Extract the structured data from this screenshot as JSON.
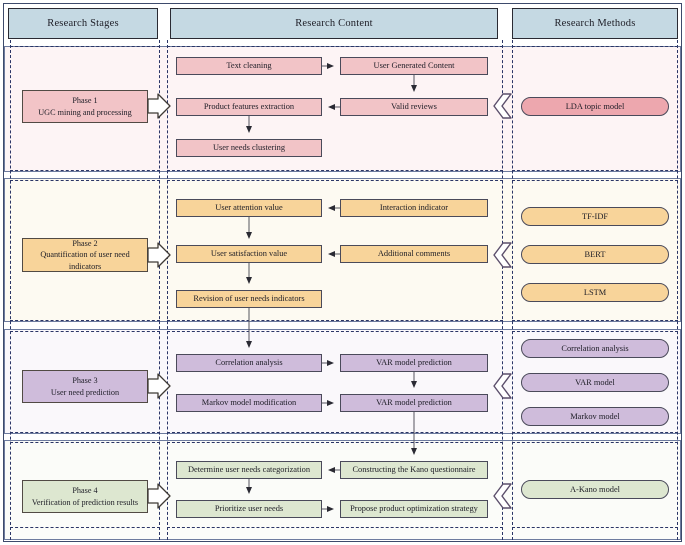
{
  "headers": {
    "stages": "Research Stages",
    "content": "Research Content",
    "methods": "Research Methods"
  },
  "palette": {
    "header_fill": "#c5d9e3",
    "header_stroke": "#2a2a33",
    "band_stroke": "#6d7b9e",
    "dash_stroke": "#2a3566",
    "phase1_fill": "#f2c4c7",
    "phase1_band": "#fdf4f5",
    "phase1_pill": "#eda7ae",
    "phase2_fill": "#f8d49a",
    "phase2_band": "#fdfaf2",
    "phase3_fill": "#cfbcdb",
    "phase3_band": "#faf8fb",
    "phase4_fill": "#dde7d0",
    "phase4_band": "#fbfcf9",
    "node_stroke": "#4a4a5a",
    "stage_stroke": "#514a44",
    "arrow": "#2a2a33"
  },
  "phases": [
    {
      "id": "phase-1",
      "stage": {
        "title": "Phase 1",
        "subtitle": "UGC mining and processing"
      },
      "content_nodes": [
        {
          "id": "text-cleaning",
          "label": "Text cleaning"
        },
        {
          "id": "user-generated-content",
          "label": "User Generated Content"
        },
        {
          "id": "product-features-extraction",
          "label": "Product features extraction"
        },
        {
          "id": "valid-reviews",
          "label": "Valid reviews"
        },
        {
          "id": "user-needs-clustering",
          "label": "User needs clustering"
        }
      ],
      "methods": [
        {
          "id": "lda-topic-model",
          "label": "LDA topic model"
        }
      ]
    },
    {
      "id": "phase-2",
      "stage": {
        "title": "Phase 2",
        "subtitle": "Quantification of user need indicators"
      },
      "content_nodes": [
        {
          "id": "user-attention-value",
          "label": "User attention value"
        },
        {
          "id": "interaction-indicator",
          "label": "Interaction indicator"
        },
        {
          "id": "user-satisfaction-value",
          "label": "User satisfaction value"
        },
        {
          "id": "additional-comments",
          "label": "Additional comments"
        },
        {
          "id": "revision-of-user-needs-indicators",
          "label": "Revision of user needs indicators"
        }
      ],
      "methods": [
        {
          "id": "tf-idf",
          "label": "TF-IDF"
        },
        {
          "id": "bert",
          "label": "BERT"
        },
        {
          "id": "lstm",
          "label": "LSTM"
        }
      ]
    },
    {
      "id": "phase-3",
      "stage": {
        "title": "Phase 3",
        "subtitle": "User need prediction"
      },
      "content_nodes": [
        {
          "id": "correlation-analysis",
          "label": "Correlation analysis"
        },
        {
          "id": "var-model-prediction-1",
          "label": "VAR model prediction"
        },
        {
          "id": "markov-model-modification",
          "label": "Markov model modification"
        },
        {
          "id": "var-model-prediction-2",
          "label": "VAR model prediction"
        }
      ],
      "methods": [
        {
          "id": "correlation-analysis-method",
          "label": "Correlation analysis"
        },
        {
          "id": "var-model",
          "label": "VAR model"
        },
        {
          "id": "markov-model",
          "label": "Markov model"
        }
      ]
    },
    {
      "id": "phase-4",
      "stage": {
        "title": "Phase 4",
        "subtitle": "Verification of prediction results"
      },
      "content_nodes": [
        {
          "id": "determine-user-needs-categorization",
          "label": "Determine user needs categorization"
        },
        {
          "id": "constructing-the-kano-questionnaire",
          "label": "Constructing the Kano questionnaire"
        },
        {
          "id": "prioritize-user-needs",
          "label": "Prioritize user needs"
        },
        {
          "id": "propose-product-optimization-strategy",
          "label": "Propose product optimization strategy"
        }
      ],
      "methods": [
        {
          "id": "a-kano-model",
          "label": "A-Kano model"
        }
      ]
    }
  ]
}
